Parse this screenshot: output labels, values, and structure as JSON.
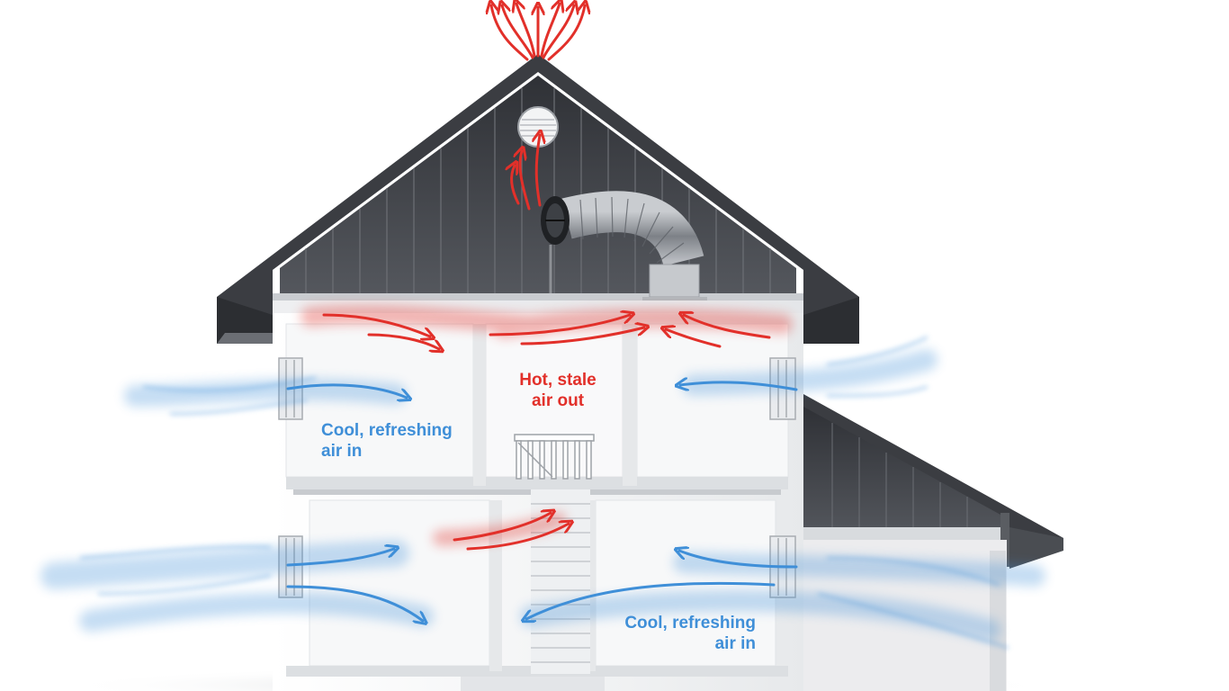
{
  "labels": {
    "hot_air": {
      "line1": "Hot, stale",
      "line2": "air out"
    },
    "cool_air_left": {
      "line1": "Cool, refreshing",
      "line2": "air in"
    },
    "cool_air_right": {
      "line1": "Cool, refreshing",
      "line2": "air in"
    }
  },
  "colors": {
    "hot": "#e2302a",
    "cool": "#3f8fd8",
    "roof": "#3b3d42",
    "wall": "#f3f4f5",
    "floor": "#dcdfe2"
  },
  "icons": [
    "attic-fan-icon",
    "flex-duct-icon",
    "gable-vent-icon",
    "stair-railing-icon",
    "window-icon",
    "air-flow-arrow-icon"
  ]
}
